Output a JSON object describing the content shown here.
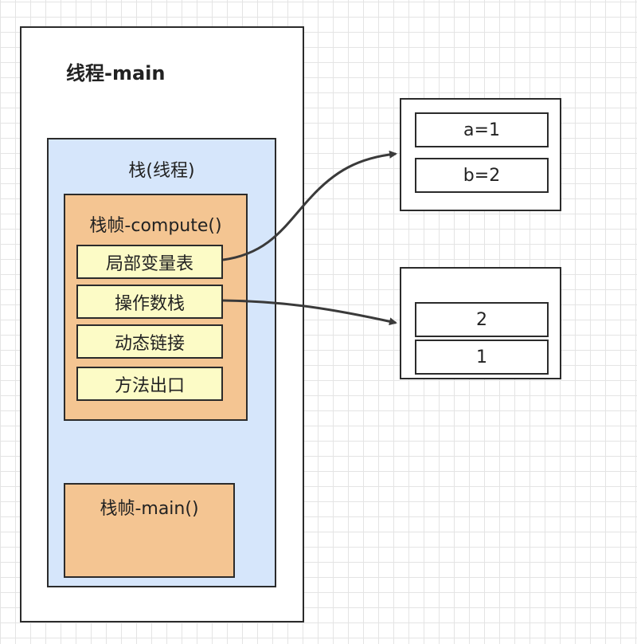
{
  "thread": {
    "title": "线程-main"
  },
  "stack": {
    "title": "栈(线程)",
    "frame_compute": {
      "title": "栈帧-compute()",
      "slots": [
        "局部变量表",
        "操作数栈",
        "动态链接",
        "方法出口"
      ]
    },
    "frame_main": {
      "title": "栈帧-main()"
    }
  },
  "local_vars": [
    "a=1",
    "b=2"
  ],
  "operand_stack": [
    "2",
    "1"
  ]
}
